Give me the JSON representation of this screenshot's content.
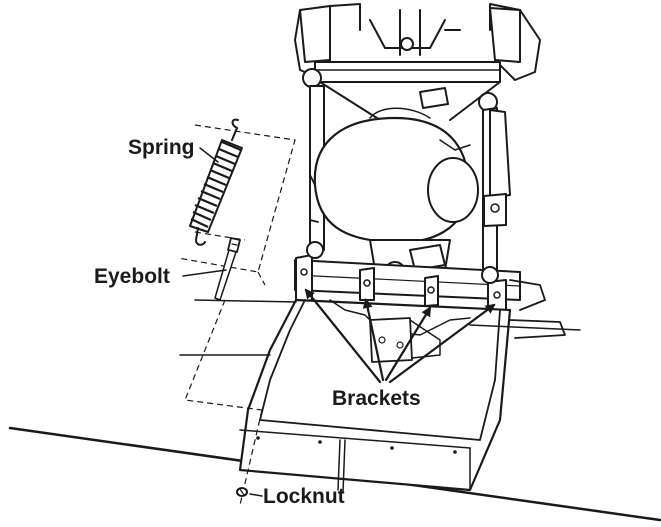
{
  "labels": {
    "spring": "Spring",
    "eyebolt": "Eyebolt",
    "brackets": "Brackets",
    "locknut": "Locknut"
  },
  "colors": {
    "ink": "#1a1a1a",
    "background": "#ffffff"
  }
}
